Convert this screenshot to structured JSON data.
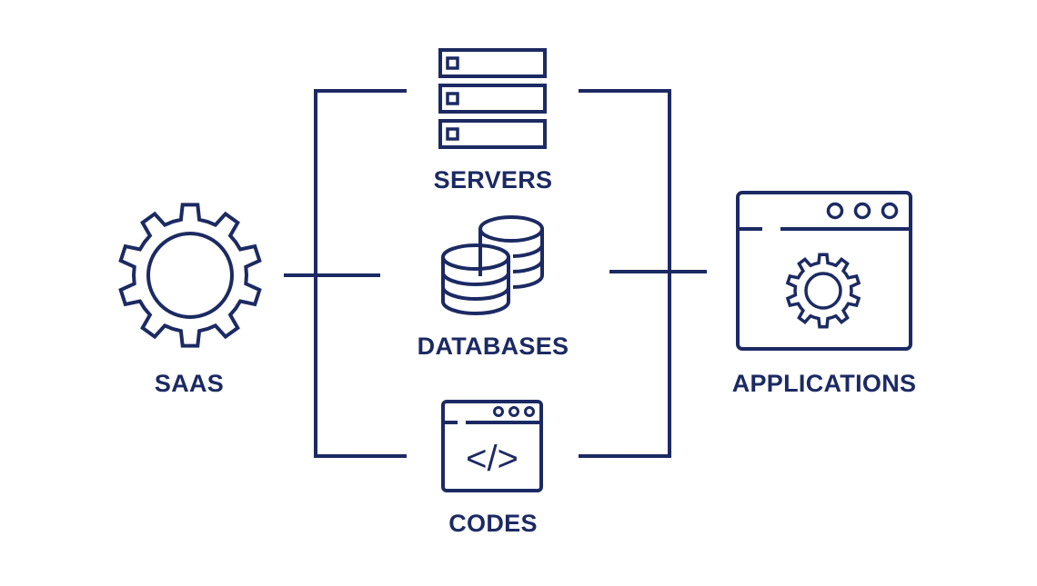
{
  "colors": {
    "ink": "#1c2a63",
    "background": "#ffffff"
  },
  "nodes": {
    "saas": {
      "label": "SAAS",
      "icon": "gear-icon"
    },
    "servers": {
      "label": "SERVERS",
      "icon": "server-rack-icon"
    },
    "databases": {
      "label": "DATABASES",
      "icon": "database-icon"
    },
    "codes": {
      "label": "CODES",
      "icon": "code-window-icon",
      "glyph": "</>"
    },
    "applications": {
      "label": "APPLICATIONS",
      "icon": "app-window-gear-icon"
    }
  },
  "edges": [
    {
      "from": "saas",
      "to": "servers"
    },
    {
      "from": "saas",
      "to": "databases"
    },
    {
      "from": "saas",
      "to": "codes"
    },
    {
      "from": "servers",
      "to": "applications"
    },
    {
      "from": "databases",
      "to": "applications"
    },
    {
      "from": "codes",
      "to": "applications"
    }
  ]
}
